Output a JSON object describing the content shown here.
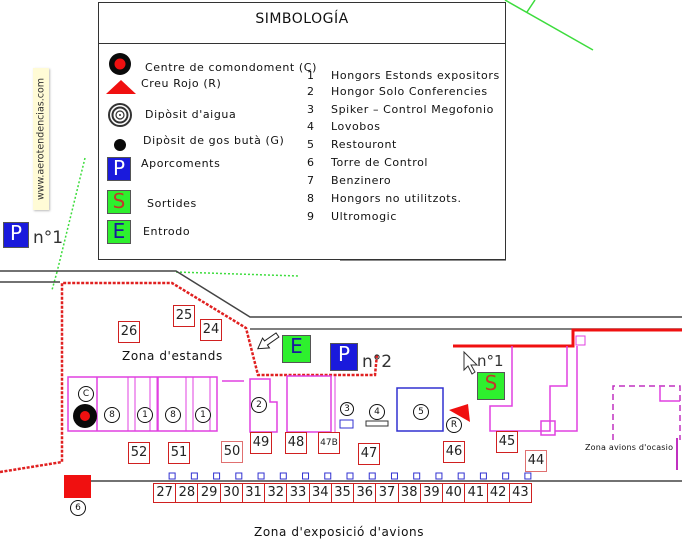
{
  "legend": {
    "title": "SIMBOLOGÍA",
    "symbols": [
      {
        "icon": "command-center-icon",
        "label": "Centre de comondoment (C)"
      },
      {
        "icon": "red-cross-icon",
        "label": "Creu Rojo (R)"
      },
      {
        "icon": "water-tank-icon",
        "label": "Dipòsit d'aigua"
      },
      {
        "icon": "gas-tank-icon",
        "label": "Dipòsit de gos butà (G)"
      },
      {
        "icon": "parking-icon",
        "glyph": "P",
        "label": "Aporcoments"
      },
      {
        "icon": "exit-icon",
        "glyph": "S",
        "label": "Sortides"
      },
      {
        "icon": "entrance-icon",
        "glyph": "E",
        "label": "Entrodo"
      }
    ],
    "numbered": [
      {
        "n": "1",
        "label": "Hongors Estonds expositors"
      },
      {
        "n": "2",
        "label": "Hongor Solo Conferencies"
      },
      {
        "n": "3",
        "label": "Spiker – Control Megofonio"
      },
      {
        "n": "4",
        "label": "Lovobos"
      },
      {
        "n": "5",
        "label": "Restouront"
      },
      {
        "n": "6",
        "label": "Torre de Control"
      },
      {
        "n": "7",
        "label": "Benzinero"
      },
      {
        "n": "8",
        "label": "Hongors no utilitzots."
      },
      {
        "n": "9",
        "label": "Ultromogic"
      }
    ]
  },
  "watermark": "www.aerotendencias.com",
  "colors": {
    "stand_border": "#d02020",
    "perimeter": "#e02020",
    "hangar": "#e040e0",
    "green_path": "#3ddc3d",
    "parking": "#1a1adc",
    "exit_entry": "#2ef02e"
  },
  "map": {
    "parking_1": {
      "glyph": "P",
      "label": "n°1"
    },
    "parking_2": {
      "glyph": "P",
      "label": "n°2"
    },
    "exit_1": {
      "glyph": "S",
      "label": "n°1"
    },
    "entrance": {
      "glyph": "E"
    },
    "zone_stands": "Zona d'estands",
    "zone_exhibition": "Zona d'exposició d'avions",
    "zone_used_planes": "Zona avions d'ocasio",
    "markers": {
      "command": "C",
      "red_cross": "R",
      "hangar_conf": "2",
      "spiker": "3",
      "toilets": "4",
      "restaurant": "5",
      "tower": "6",
      "hangar_unused_a": "8",
      "hangar_unused_b": "8",
      "hangar_stands_a": "1",
      "hangar_stands_b": "1"
    },
    "upper_stands": [
      "26",
      "25",
      "24"
    ],
    "mid_stands": [
      "52",
      "51",
      "50",
      "49",
      "48",
      "47B",
      "47",
      "46",
      "45",
      "44"
    ],
    "row_stands": [
      "27",
      "28",
      "29",
      "30",
      "31",
      "32",
      "33",
      "34",
      "35",
      "36",
      "37",
      "38",
      "39",
      "40",
      "41",
      "42",
      "43"
    ]
  }
}
